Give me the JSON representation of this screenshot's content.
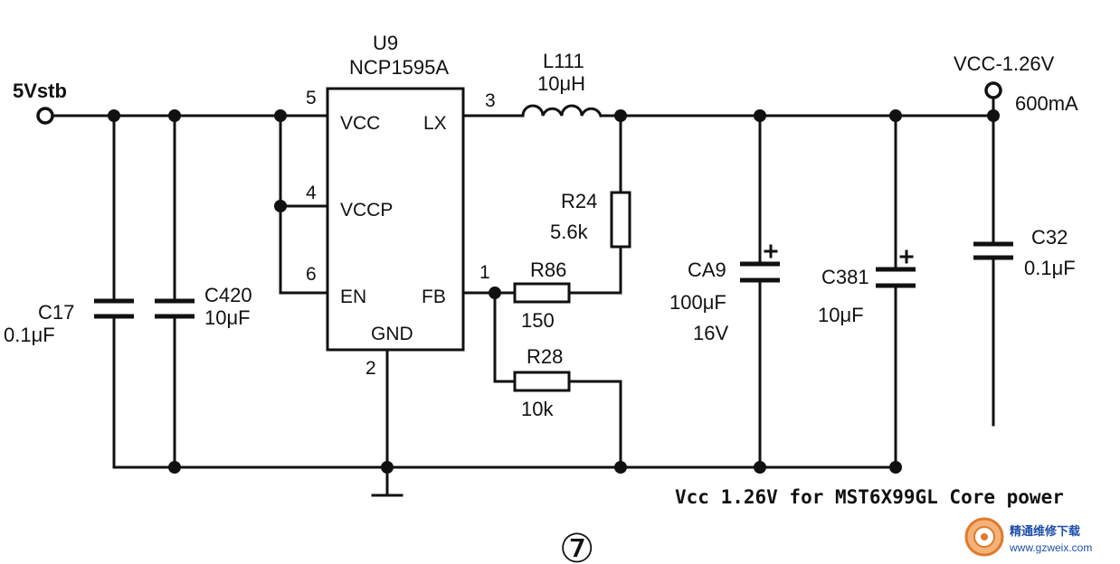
{
  "input": {
    "label": "5Vstb"
  },
  "output": {
    "label": "VCC-1.26V",
    "current": "600mA"
  },
  "ic": {
    "ref": "U9",
    "part": "NCP1595A",
    "pins": {
      "vcc": {
        "name": "VCC",
        "num": "5"
      },
      "vccp": {
        "name": "VCCP",
        "num": "4"
      },
      "en": {
        "name": "EN",
        "num": "6"
      },
      "lx": {
        "name": "LX",
        "num": "3"
      },
      "fb": {
        "name": "FB",
        "num": "1"
      },
      "gnd": {
        "name": "GND",
        "num": "2"
      }
    }
  },
  "components": {
    "c17": {
      "ref": "C17",
      "value": "0.1μF"
    },
    "c420": {
      "ref": "C420",
      "value": "10μF"
    },
    "l111": {
      "ref": "L111",
      "value": "10μH"
    },
    "r24": {
      "ref": "R24",
      "value": "5.6k"
    },
    "r86": {
      "ref": "R86",
      "value": "150"
    },
    "r28": {
      "ref": "R28",
      "value": "10k"
    },
    "ca9": {
      "ref": "CA9",
      "value": "100μF",
      "voltage": "16V"
    },
    "c381": {
      "ref": "C381",
      "value": "10μF"
    },
    "c32": {
      "ref": "C32",
      "value": "0.1μF"
    }
  },
  "caption": "Vcc 1.26V for MST6X99GL Core power",
  "page_number": "⑦",
  "watermark": {
    "name": "精通维修下载",
    "url": "www.gzweix.com"
  }
}
